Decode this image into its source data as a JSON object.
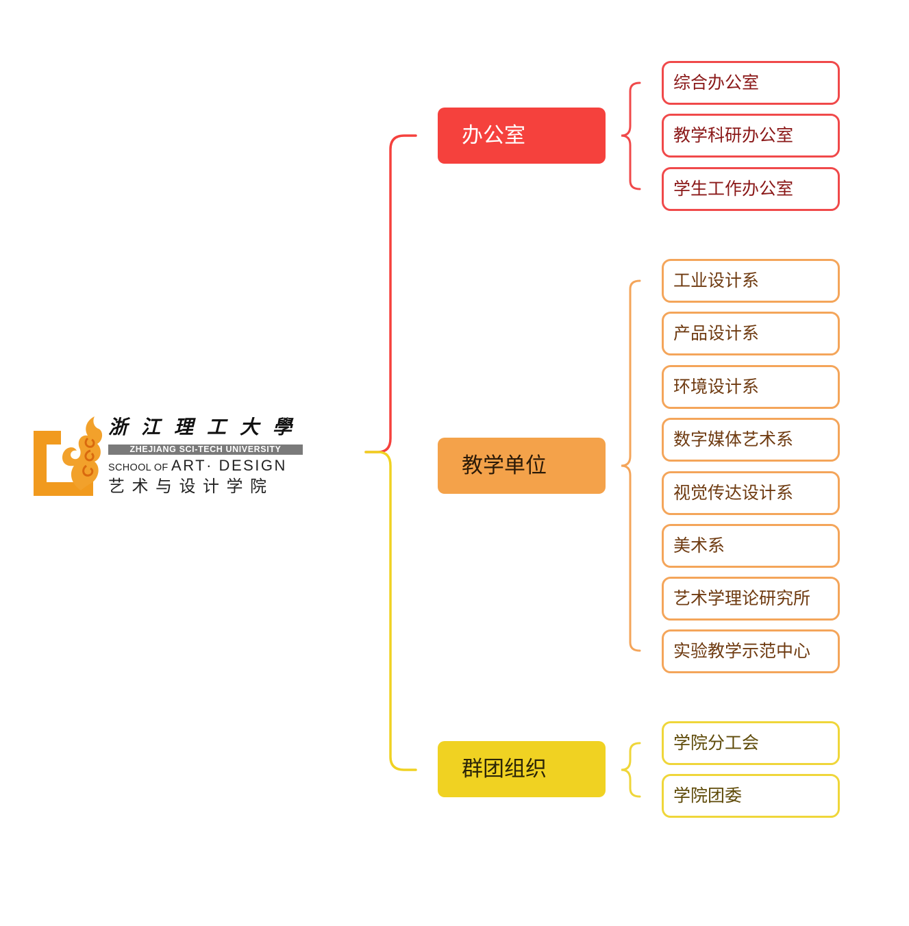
{
  "logo": {
    "university_cn": "浙江理工大學",
    "university_en": "ZHEJIANG SCI-TECH UNIVERSITY",
    "school_en_prefix": "SCHOOL OF",
    "school_en_main": "ART· DESIGN",
    "school_cn": "艺术与设计学院"
  },
  "colors": {
    "office": "#f5413d",
    "teaching": "#f4a24a",
    "groups": "#f0d222"
  },
  "categories": [
    {
      "label": "办公室",
      "children": [
        "综合办公室",
        "教学科研办公室",
        "学生工作办公室"
      ]
    },
    {
      "label": "教学单位",
      "children": [
        "工业设计系",
        "产品设计系",
        "环境设计系",
        "数字媒体艺术系",
        "视觉传达设计系",
        "美术系",
        "艺术学理论研究所",
        "实验教学示范中心"
      ]
    },
    {
      "label": "群团组织",
      "children": [
        "学院分工会",
        "学院团委"
      ]
    }
  ]
}
